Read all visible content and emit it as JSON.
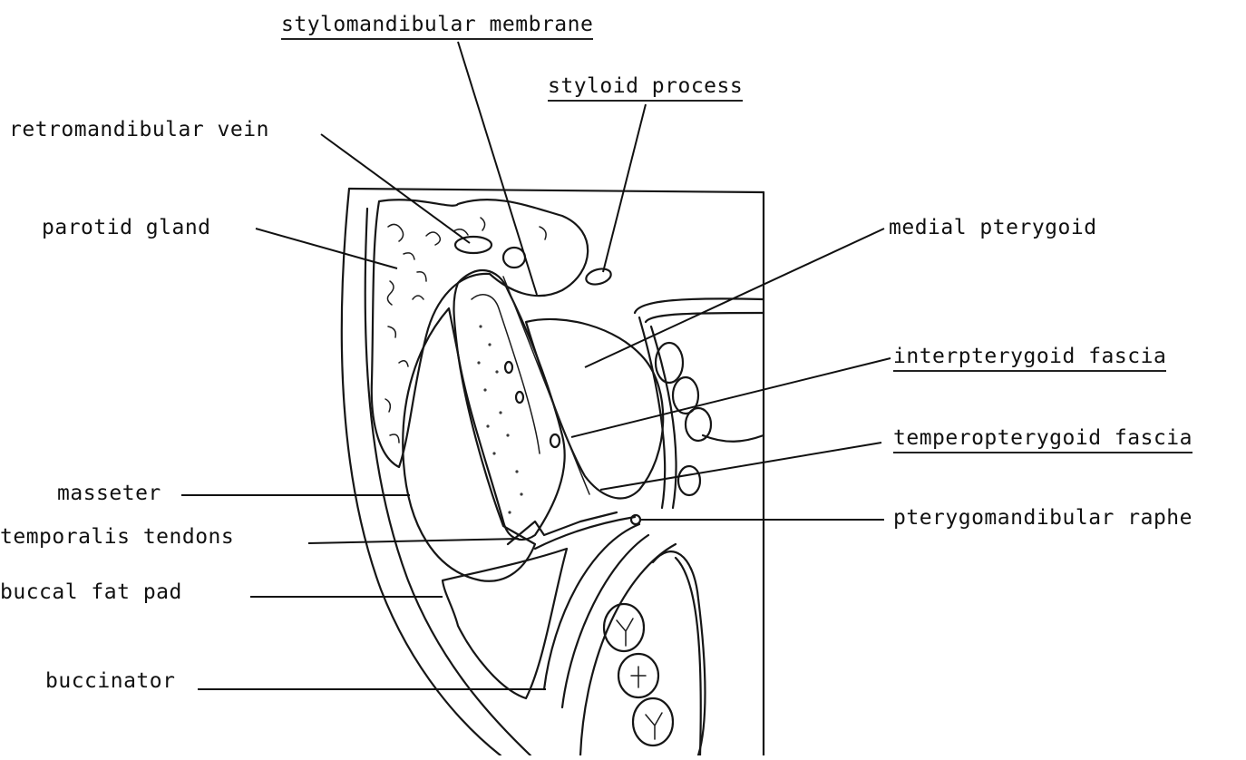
{
  "diagram": {
    "labels": {
      "stylomandibular_membrane": "stylomandibular membrane",
      "styloid_process": "styloid process",
      "retromandibular_vein": "retromandibular vein",
      "parotid_gland": "parotid gland",
      "medial_pterygoid": "medial pterygoid",
      "interpterygoid_fascia": "interpterygoid fascia",
      "temperopterygoid_fascia": "temperopterygoid fascia",
      "masseter": "masseter",
      "temporalis_tendons": "temporalis tendons",
      "pterygomandibular_raphe": "pterygomandibular raphe",
      "buccal_fat_pad": "buccal fat pad",
      "buccinator": "buccinator"
    }
  }
}
